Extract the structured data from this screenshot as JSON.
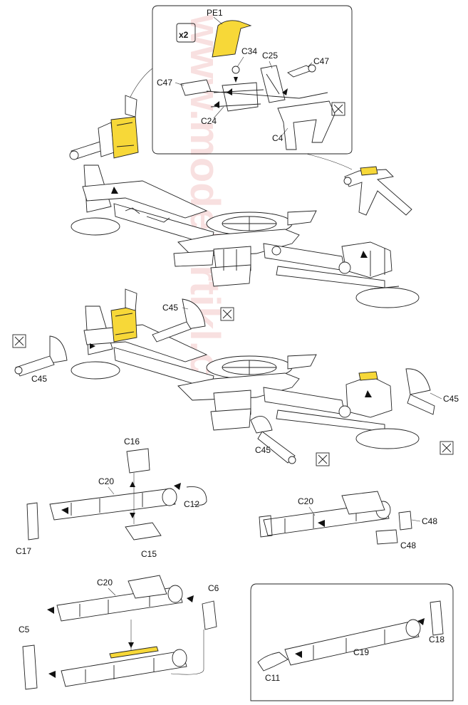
{
  "watermark": "www.modelartikl.cz",
  "multiplier": "x2",
  "colors": {
    "photo_etch": "#f7d838",
    "ink": "#222222",
    "watermark": "#f4c7c7"
  },
  "labels": {
    "pe1": "PE1",
    "c34": "C34",
    "c25": "C25",
    "c47a": "C47",
    "c47b": "C47",
    "c24": "C24",
    "c4": "C4",
    "c45a": "C45",
    "c45b": "C45",
    "c45c": "C45",
    "c45d": "C45",
    "c16": "C16",
    "c20a": "C20",
    "c12": "C12",
    "c17": "C17",
    "c15": "C15",
    "c20b": "C20",
    "c48a": "C48",
    "c48b": "C48",
    "c20c": "C20",
    "c6": "C6",
    "c5": "C5",
    "c19": "C19",
    "c18": "C18",
    "c11": "C11"
  },
  "icons": [
    "cut-sprue-icon",
    "cut-sprue-icon",
    "cut-sprue-icon",
    "cut-sprue-icon",
    "cut-sprue-icon"
  ]
}
